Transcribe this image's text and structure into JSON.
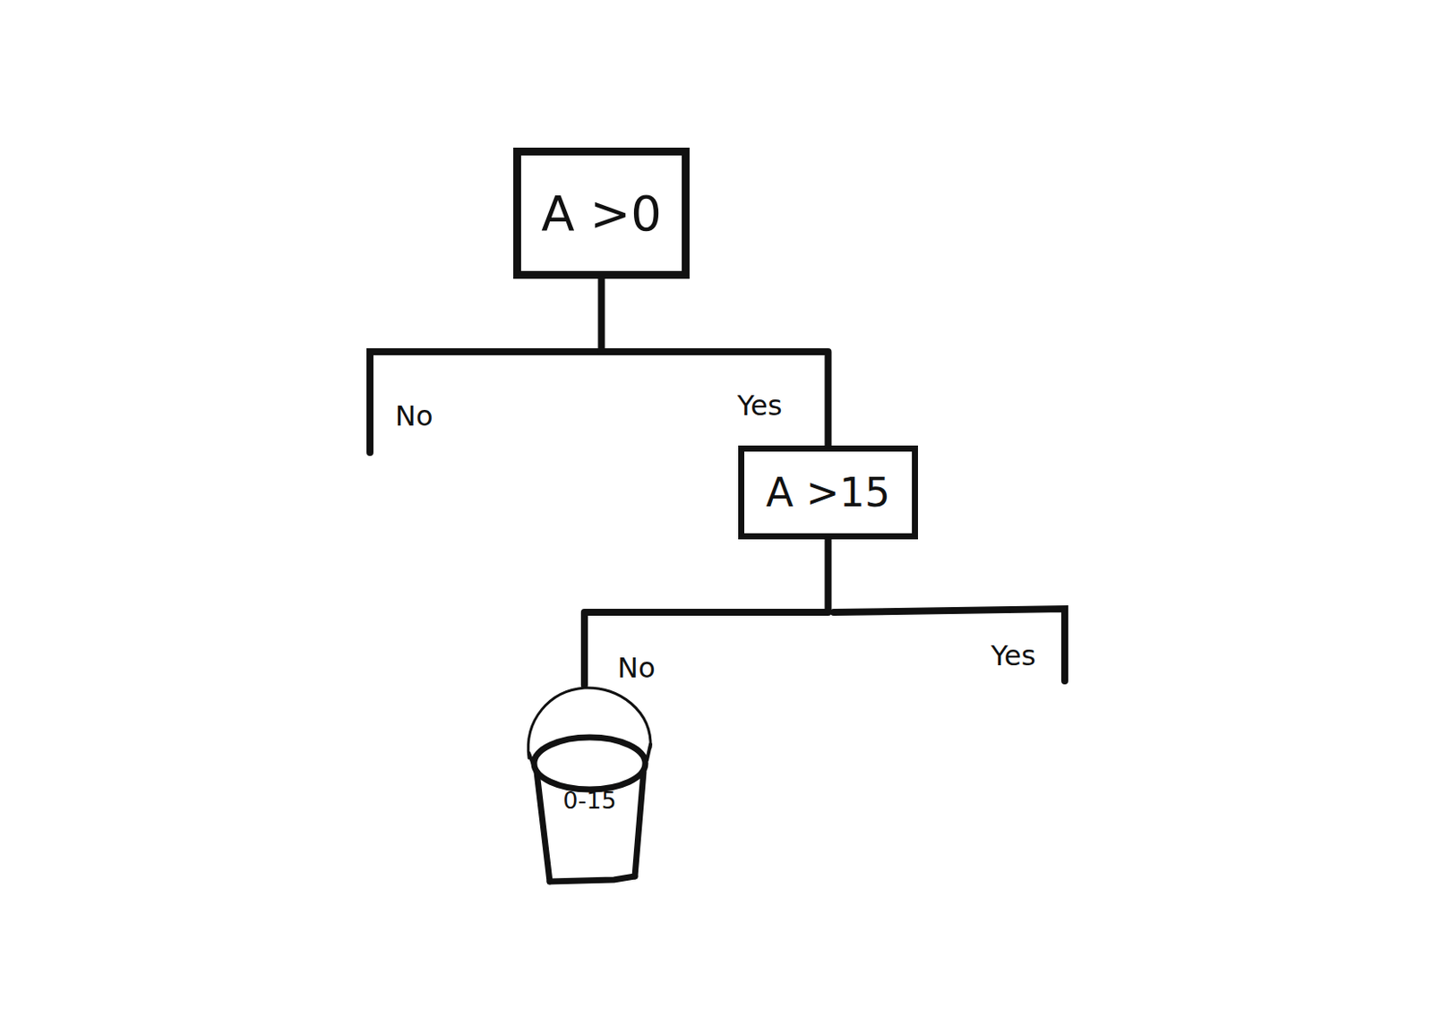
{
  "diagram": {
    "nodes": [
      {
        "text": [
          "A >0"
        ]
      },
      {
        "text": [
          "A >15"
        ]
      },
      {
        "text": [
          "0-15"
        ]
      }
    ],
    "edges": [
      {
        "from": 0,
        "to": 1,
        "arrow": "none",
        "label": "Yes"
      },
      {
        "from": 1,
        "to": 2,
        "arrow": "none",
        "label": "No"
      }
    ],
    "labels": [
      "No",
      "Yes"
    ]
  }
}
